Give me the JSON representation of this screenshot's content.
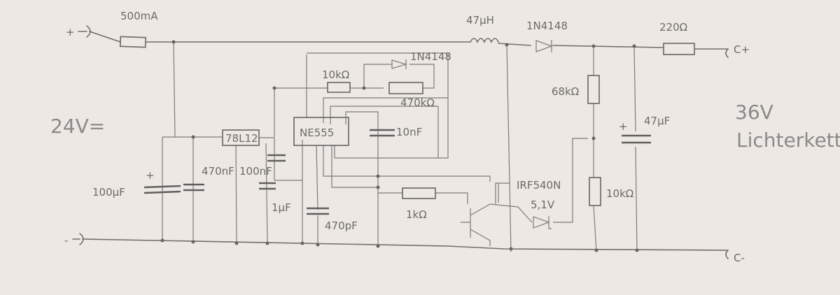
{
  "colors": {
    "paper": "#e9e4de",
    "ink": "#6b6b6b"
  },
  "terminals": {
    "plus_in": "+",
    "minus_in": "-",
    "out_plus": "C+",
    "out_minus": "C-"
  },
  "notes": {
    "supply": "24V=",
    "output_voltage": "36V",
    "output_desc": "Lichterkette..."
  },
  "parts": {
    "fuse": "500mA",
    "inductor": "47µH",
    "diode_main": "1N4148",
    "resistor_out": "220Ω",
    "resistor_div_top": "68kΩ",
    "resistor_div_bottom": "10kΩ",
    "cap_out": "47µF",
    "mosfet": "IRF540N",
    "zener": "5,1V",
    "regulator": "78L12",
    "cap_in": "100µF",
    "cap_470n": "470nF",
    "cap_100n": "100nF",
    "cap_1u": "1µF",
    "timer": "NE555",
    "cap_10n": "10nF",
    "cap_470p": "470pF",
    "resistor_10k": "10kΩ",
    "resistor_470k": "470kΩ",
    "diode_timer": "1N4148",
    "resistor_1k": "1kΩ"
  }
}
